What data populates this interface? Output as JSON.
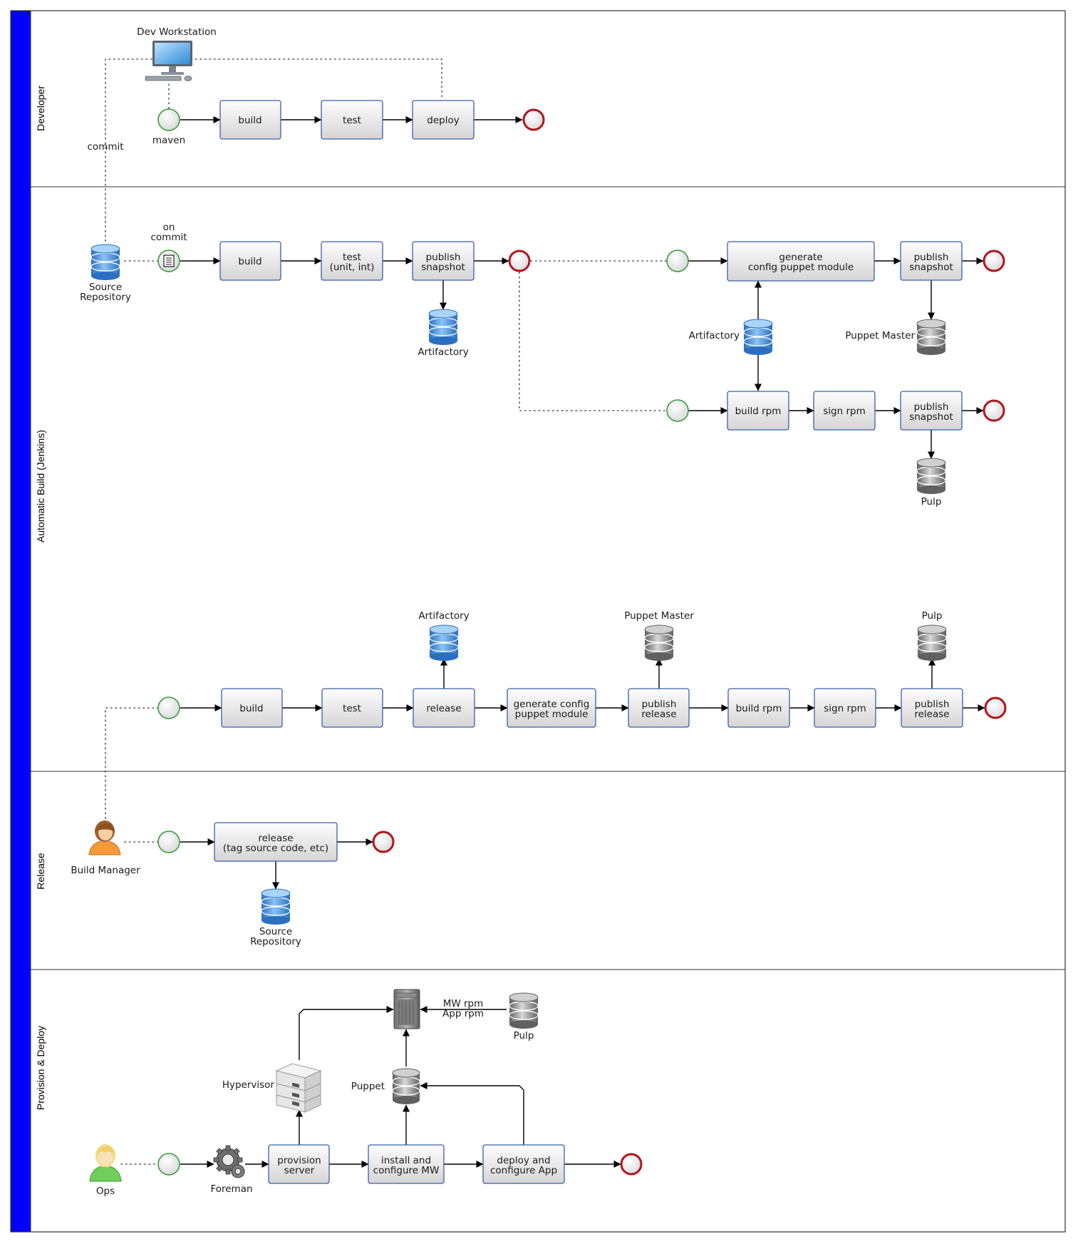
{
  "lanes": [
    {
      "label": "Developer"
    },
    {
      "label": "Automatic Build (Jenkins)"
    },
    {
      "label": "Release"
    },
    {
      "label": "Provision & Deploy"
    }
  ],
  "developer": {
    "workstation": "Dev Workstation",
    "start_label": "maven",
    "commit_label": "commit",
    "tasks": [
      "build",
      "test",
      "deploy"
    ]
  },
  "build_commit": {
    "repo_label": [
      "Source",
      "Repository"
    ],
    "trigger_label": [
      "on",
      "commit"
    ],
    "tasks": [
      [
        "build"
      ],
      [
        "test",
        "(unit, int)"
      ],
      [
        "publish",
        "snapshot"
      ]
    ],
    "artifactory_label": "Artifactory"
  },
  "build_puppet": {
    "tasks": [
      [
        "generate",
        "config puppet module"
      ],
      [
        "publish",
        "snapshot"
      ]
    ],
    "artifactory_label": "Artifactory",
    "puppet_master_label": "Puppet Master"
  },
  "build_rpm": {
    "tasks": [
      [
        "build rpm"
      ],
      [
        "sign rpm"
      ],
      [
        "publish",
        "snapshot"
      ]
    ],
    "pulp_label": "Pulp"
  },
  "build_release": {
    "tasks": [
      [
        "build"
      ],
      [
        "test"
      ],
      [
        "release"
      ],
      [
        "generate config",
        "puppet module"
      ],
      [
        "publish",
        "release"
      ],
      [
        "build rpm"
      ],
      [
        "sign rpm"
      ],
      [
        "publish",
        "release"
      ]
    ],
    "artifactory_label": "Artifactory",
    "puppet_master_label": "Puppet Master",
    "pulp_label": "Pulp"
  },
  "release": {
    "actor": "Build Manager",
    "task": [
      "release",
      "(tag source code, etc)"
    ],
    "repo_label": [
      "Source",
      "Repository"
    ]
  },
  "provision": {
    "actor": "Ops",
    "foreman": "Foreman",
    "hypervisor": "Hypervisor",
    "puppet": "Puppet",
    "pulp": "Pulp",
    "rpm_labels": [
      "MW rpm",
      "App rpm"
    ],
    "tasks": [
      [
        "provision",
        "server"
      ],
      [
        "install and",
        "configure MW"
      ],
      [
        "deploy and",
        "configure App"
      ]
    ]
  },
  "colors": {
    "lane_bar": "#0000ff",
    "task_border": "#3b5fa8",
    "start_stroke": "#3a9a3a",
    "end_stroke": "#b0161c",
    "db_blue": "#3d8fe0",
    "db_gray": "#8a8a8a"
  }
}
